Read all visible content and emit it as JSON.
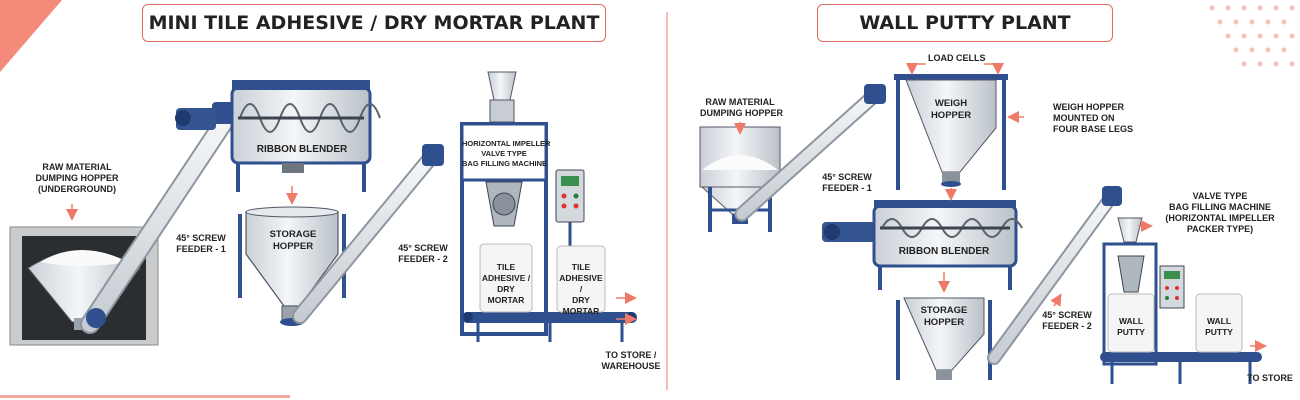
{
  "colors": {
    "accent": "#f07a6a",
    "frame": "#2f4f8f",
    "steel": "#e9edf0",
    "divider": "#f3a89c"
  },
  "left": {
    "title": "MINI TILE ADHESIVE / DRY MORTAR PLANT",
    "raw_hopper": [
      "RAW MATERIAL",
      "DUMPING HOPPER",
      "(UNDERGROUND)"
    ],
    "feeder1": [
      "45° SCREW",
      "FEEDER - 1"
    ],
    "ribbon_blender": "RIBBON BLENDER",
    "storage_hopper": [
      "STORAGE",
      "HOPPER"
    ],
    "feeder2": [
      "45° SCREW",
      "FEEDER - 2"
    ],
    "filler": [
      "HORIZONTAL IMPELLER",
      "VALVE TYPE",
      "BAG FILLING MACHINE"
    ],
    "bag1": [
      "TILE",
      "ADHESIVE /",
      "DRY MORTAR"
    ],
    "bag2": [
      "TILE",
      "ADHESIVE /",
      "DRY MORTAR"
    ],
    "store": [
      "TO STORE /",
      "WAREHOUSE"
    ]
  },
  "right": {
    "title": "WALL PUTTY PLANT",
    "load_cells": "LOAD CELLS",
    "raw_hopper": [
      "RAW MATERIAL",
      "DUMPING HOPPER"
    ],
    "weigh_hopper": [
      "WEIGH",
      "HOPPER"
    ],
    "weigh_note": [
      "WEIGH HOPPER",
      "MOUNTED ON",
      "FOUR BASE LEGS"
    ],
    "feeder1": [
      "45° SCREW",
      "FEEDER - 1"
    ],
    "ribbon_blender": "RIBBON BLENDER",
    "storage_hopper": [
      "STORAGE",
      "HOPPER"
    ],
    "feeder2": [
      "45° SCREW",
      "FEEDER - 2"
    ],
    "filler": [
      "VALVE TYPE",
      "BAG FILLING MACHINE",
      "(HORIZONTAL IMPELLER",
      "PACKER TYPE)"
    ],
    "bag1": [
      "WALL",
      "PUTTY"
    ],
    "bag2": [
      "WALL",
      "PUTTY"
    ],
    "store": "TO STORE"
  }
}
